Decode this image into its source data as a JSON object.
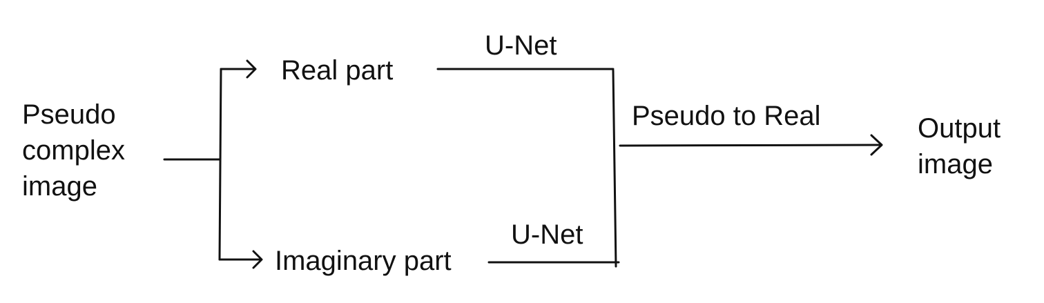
{
  "diagram": {
    "input_node": {
      "lines": [
        "Pseudo",
        "complex",
        "image"
      ]
    },
    "real_branch": {
      "label": "Real part",
      "network_label": "U-Net"
    },
    "imaginary_branch": {
      "label": "Imaginary part",
      "network_label": "U-Net"
    },
    "merge_step": {
      "label": "Pseudo to Real"
    },
    "output_node": {
      "lines": [
        "Output",
        "image"
      ]
    },
    "stroke_color": "#111111",
    "background_color": "#ffffff"
  }
}
